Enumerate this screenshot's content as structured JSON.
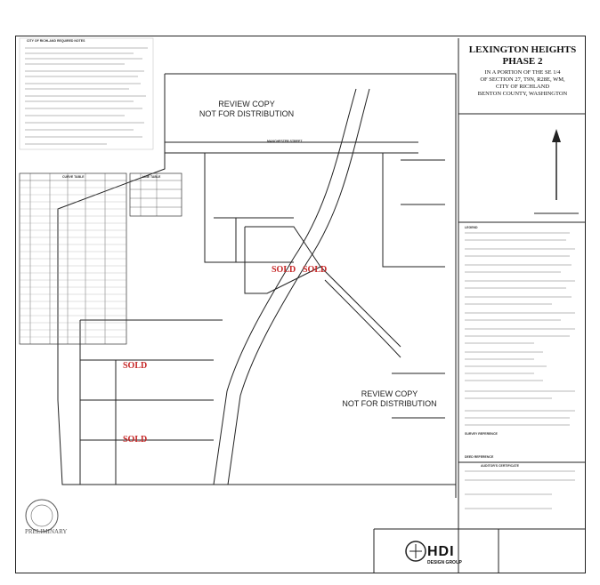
{
  "title_block": {
    "title_line1": "LEXINGTON HEIGHTS",
    "title_line2": "PHASE 2",
    "subtitle_line1": "IN A PORTION OF THE SE 1/4",
    "subtitle_line2": "OF SECTION 27, T9N, R28E, WM,",
    "subtitle_line3": "CITY OF RICHLAND",
    "subtitle_line4": "BENTON COUNTY, WASHINGTON"
  },
  "stamps": [
    {
      "line1": "REVIEW COPY",
      "line2": "NOT FOR DISTRIBUTION"
    },
    {
      "line1": "REVIEW COPY",
      "line2": "NOT FOR DISTRIBUTION"
    }
  ],
  "sold_labels": [
    "SOLD",
    "SOLD",
    "SOLD",
    "SOLD"
  ],
  "streets": {
    "manchester": "MANCHESTER STREET"
  },
  "notes_heading": "CITY OF RICHLAND REQUIRED NOTES",
  "curve_table_heading": "CURVE TABLE",
  "line_table_heading": "LINE TABLE",
  "legend_heading": "LEGEND",
  "survey_reference_heading": "SURVEY REFERENCE",
  "deed_reference_heading": "DEED REFERENCE",
  "auditor_heading": "AUDITOR'S CERTIFICATE",
  "preliminary": "PRELIMINARY",
  "firm": {
    "name": "HDI",
    "sub": "DESIGN GROUP"
  },
  "colors": {
    "sold": "#c62828",
    "linework": "#222222"
  }
}
